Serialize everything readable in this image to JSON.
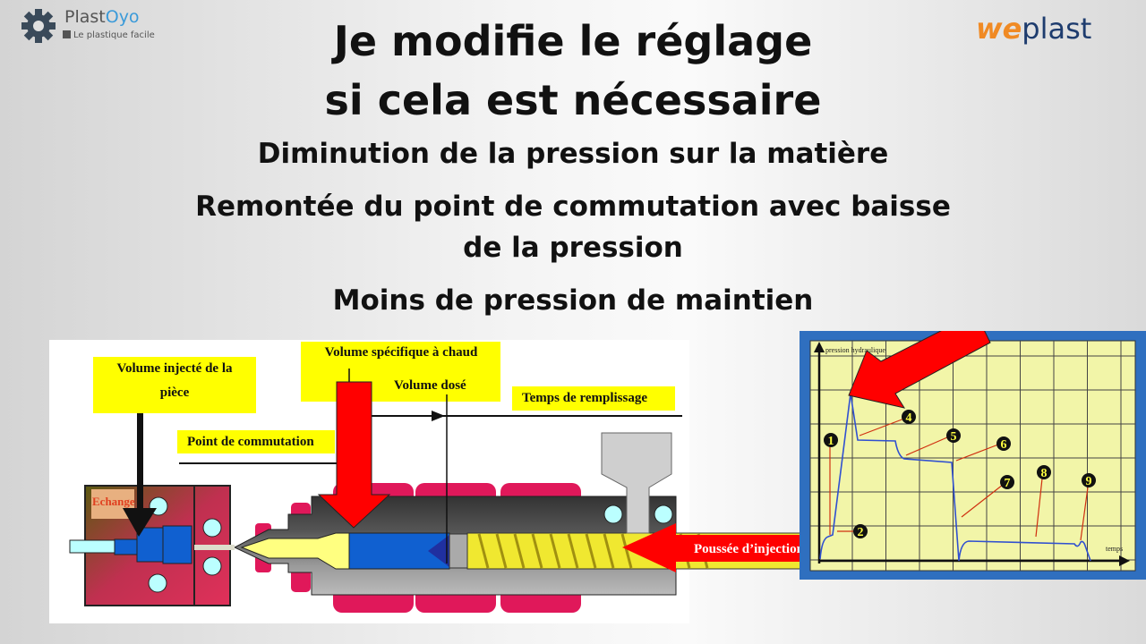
{
  "logo_left": {
    "name_part1": "Plast",
    "name_part2": "Oyo",
    "tagline": "Le plastique facile",
    "icon": "gear-icon"
  },
  "logo_right": {
    "name_part1": "we",
    "name_part2": "plast"
  },
  "title": {
    "line1": "Je modifie le réglage",
    "line2": "si cela est nécessaire"
  },
  "bullets": [
    "Diminution de la pression sur la matière",
    "Remontée du point de commutation avec baisse",
    "de la pression",
    "Moins de pression de maintien"
  ],
  "diagram": {
    "volume_injecte": [
      "Volume injecté de la",
      "pièce"
    ],
    "volume_specifique": "Volume spécifique à chaud",
    "volume_dose": "Volume dosé",
    "temps_remplissage": "Temps de remplissage",
    "point_commutation": "Point de commutation",
    "echange": "Echange",
    "poussee": "Poussée d’injection"
  },
  "graph": {
    "y_axis_label": "pression hydraulique",
    "x_axis_label": "temps",
    "markers": [
      "1",
      "2",
      "4",
      "5",
      "6",
      "7",
      "8",
      "9"
    ]
  },
  "colors": {
    "accent_red": "#ff0000",
    "label_yellow": "#ffff00",
    "graph_frame": "#2f6fbf",
    "graph_bg": "#f2f5a8"
  }
}
